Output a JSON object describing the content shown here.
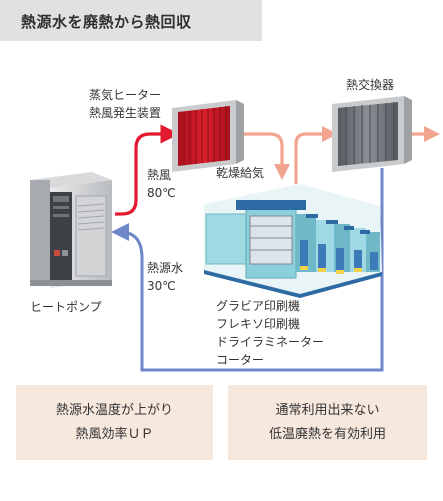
{
  "title": "熱源水を廃熱から熱回収",
  "labels": {
    "heater": [
      "蒸気ヒーター",
      "熱風発生装置"
    ],
    "exchanger": "熱交換器",
    "dry_air": "乾燥給気",
    "hot_air": [
      "熱風",
      "80℃"
    ],
    "source_water": [
      "熱源水",
      "30℃"
    ],
    "heat_pump": "ヒートポンプ",
    "machines": [
      "グラビア印刷機",
      "フレキソ印刷機",
      "ドライラミネーター",
      "コーター"
    ]
  },
  "benefits": [
    [
      "熱源水温度が上がり",
      "熱風効率ＵＰ"
    ],
    [
      "通常利用出来ない",
      "低温廃熱を有効利用"
    ]
  ],
  "colors": {
    "hot_arrow": "#e3192f",
    "warm_arrow": "#f2a48e",
    "cool_arrow": "#6f86c8",
    "benefit_bg": "#f7e8de",
    "header_bg": "#e1e1e1"
  }
}
